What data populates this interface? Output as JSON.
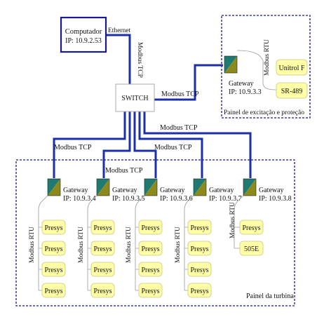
{
  "colors": {
    "bus": "#1b2fa8",
    "panel_border": "#1a1a8c",
    "computer_border": "#1a1a8c",
    "device_fill": "#ffffa8",
    "device_border": "#c9c98a",
    "gateway_teal": "#1f7a72",
    "gateway_olive": "#8c8a1c",
    "wire": "#9a9a9a"
  },
  "computer": {
    "title": "Computador",
    "ip": "IP: 10.9.2.53"
  },
  "switch": {
    "label": "SWITCH"
  },
  "labels": {
    "ethernet": "Ethernet",
    "modbus_tcp": "Modbus TCP",
    "modbus_rtu": "Modbus RTU"
  },
  "excitation_panel": {
    "title": "Painel de excitação e proteção",
    "gateway": {
      "name": "Gateway",
      "ip": "IP: 10.9.3.3"
    },
    "devices": [
      "Unitrol F",
      "SR-489"
    ]
  },
  "turbine_panel": {
    "title": "Painel da turbina",
    "gateways": [
      {
        "name": "Gateway",
        "ip": "IP: 10.9.3.4",
        "devices": [
          "Presys",
          "Presys",
          "Presys",
          "Presys"
        ]
      },
      {
        "name": "Gateway",
        "ip": "IP: 10.9.3.5",
        "devices": [
          "Presys",
          "Presys",
          "Presys",
          "Presys"
        ]
      },
      {
        "name": "Gateway",
        "ip": "IP: 10.9.3.6",
        "devices": [
          "Presys",
          "Presys",
          "Presys",
          "Presys"
        ]
      },
      {
        "name": "Gateway",
        "ip": "IP: 10.9.3.7",
        "devices": [
          "Presys",
          "Presys",
          "Presys",
          "Presys"
        ]
      },
      {
        "name": "Gateway",
        "ip": "IP: 10.9.3.8",
        "devices": [
          "Presys",
          "505E"
        ]
      }
    ]
  }
}
